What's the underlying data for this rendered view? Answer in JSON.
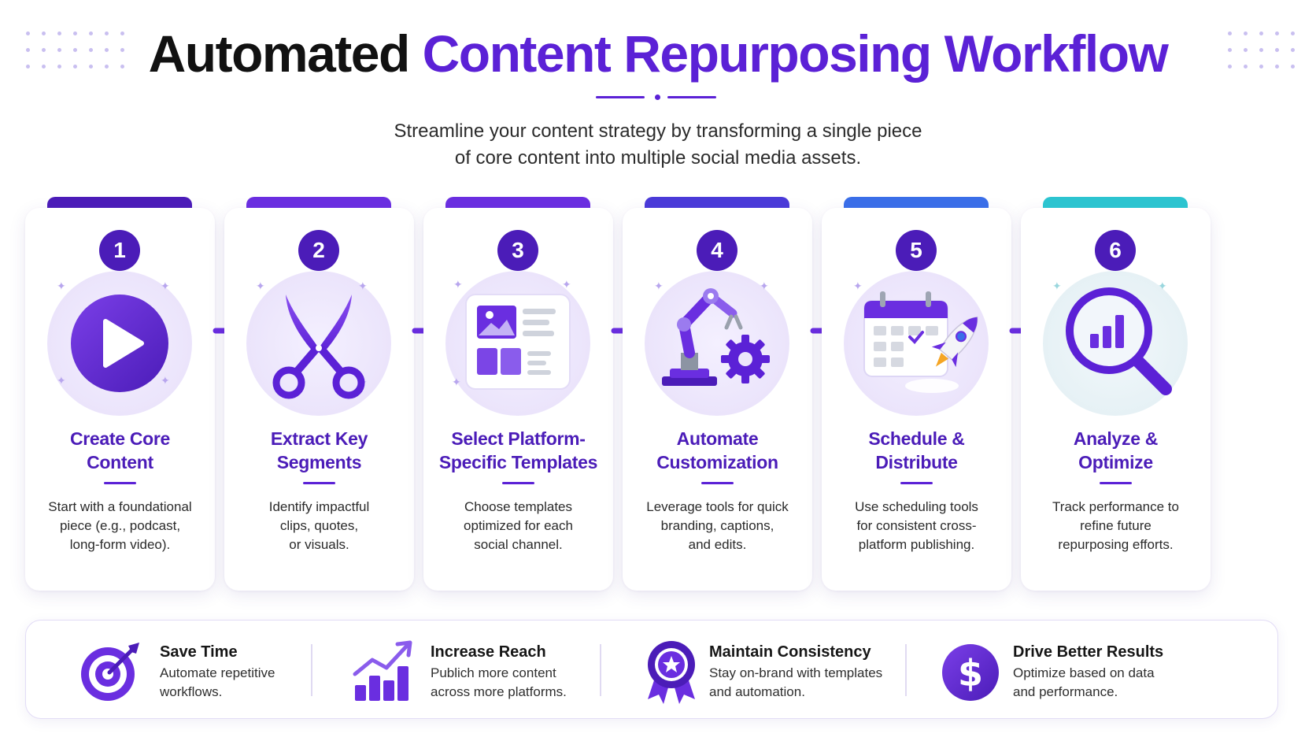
{
  "header": {
    "title_part1": "Automated",
    "title_part2": "Content Repurposing Workflow",
    "subtitle": "Streamline your content strategy by transforming a single piece\nof core content into multiple social media assets."
  },
  "colors": {
    "primary": "#4b1cb8",
    "accent": "#5b21d6",
    "tab_colors": [
      "#4b1cb8",
      "#6a2ee0",
      "#6a2ee0",
      "#4a3ad8",
      "#3a6ee8",
      "#2cc4d0"
    ]
  },
  "steps": [
    {
      "number": "1",
      "icon": "play-icon",
      "title": "Create Core\nContent",
      "description": "Start with a foundational\npiece (e.g., podcast,\nlong-form video)."
    },
    {
      "number": "2",
      "icon": "scissors-icon",
      "title": "Extract Key\nSegments",
      "description": "Identify impactful\nclips, quotes,\nor visuals."
    },
    {
      "number": "3",
      "icon": "template-icon",
      "title": "Select Platform-\nSpecific Templates",
      "description": "Choose templates\noptimized for each\nsocial channel."
    },
    {
      "number": "4",
      "icon": "robot-arm-gear-icon",
      "title": "Automate\nCustomization",
      "description": "Leverage tools for quick\nbranding, captions,\nand edits."
    },
    {
      "number": "5",
      "icon": "calendar-rocket-icon",
      "title": "Schedule &\nDistribute",
      "description": "Use scheduling tools\nfor consistent cross-\nplatform publishing."
    },
    {
      "number": "6",
      "icon": "magnifier-chart-icon",
      "title": "Analyze &\nOptimize",
      "description": "Track performance to\nrefine future\nrepurposing efforts."
    }
  ],
  "benefits": [
    {
      "icon": "target-icon",
      "title": "Save Time",
      "description": "Automate repetitive\nworkflows."
    },
    {
      "icon": "growth-chart-icon",
      "title": "Increase Reach",
      "description": "Publich more content\nacross more platforms."
    },
    {
      "icon": "award-badge-icon",
      "title": "Maintain Consistency",
      "description": "Stay on-brand with templates\nand automation."
    },
    {
      "icon": "dollar-icon",
      "title": "Drive Better Results",
      "description": "Optimize based on data\nand performance."
    }
  ]
}
